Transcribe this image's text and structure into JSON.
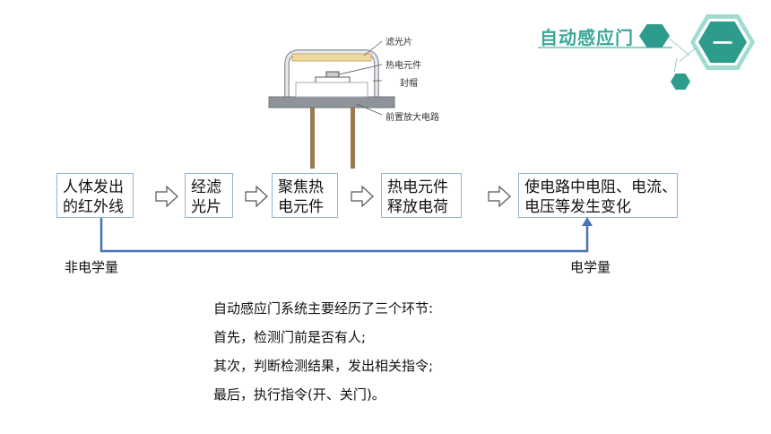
{
  "header": {
    "title": "自动感应门",
    "section_number": "一"
  },
  "sensor": {
    "labels": [
      "滤光片",
      "热电元件",
      "封帽",
      "前置放大电路"
    ]
  },
  "flow": {
    "steps": [
      "人体发出\n的红外线",
      "经滤\n光片",
      "聚焦热\n电元件",
      "热电元件\n释放电荷",
      "使电路中电阻、电流、\n电压等发生变化"
    ],
    "left_label": "非电学量",
    "right_label": "电学量"
  },
  "text": {
    "lines": [
      "自动感应门系统主要经历了三个环节:",
      "首先，检测门前是否有人;",
      "其次，判断检测结果，发出相关指令;",
      "最后，执行指令(开、关门)。"
    ]
  },
  "colors": {
    "accent": "#2e9c8c",
    "box_border": "#8fb4d8",
    "arrow_line": "#4a72b8"
  }
}
